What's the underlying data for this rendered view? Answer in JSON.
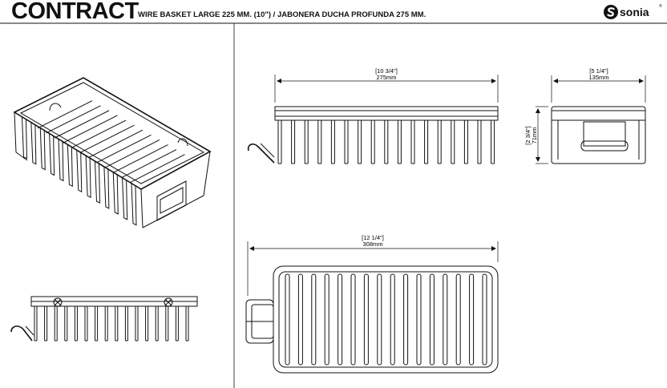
{
  "header": {
    "title": "CONTRACT",
    "subtitle": "WIRE BASKET LARGE 225 MM. (10\") / JABONERA DUCHA PROFUNDA 275 MM.",
    "logo_text": "sonia",
    "logo_mark": "®"
  },
  "dimensions": {
    "front_width": {
      "inch": "[10 3/4\"]",
      "mm": "275mm"
    },
    "side_width": {
      "inch": "[5 1/4\"]",
      "mm": "135mm"
    },
    "side_height": {
      "inch": "[2 3/4\"]",
      "mm": "71mm"
    },
    "top_width": {
      "inch": "[12 1/4\"]",
      "mm": "308mm"
    }
  }
}
